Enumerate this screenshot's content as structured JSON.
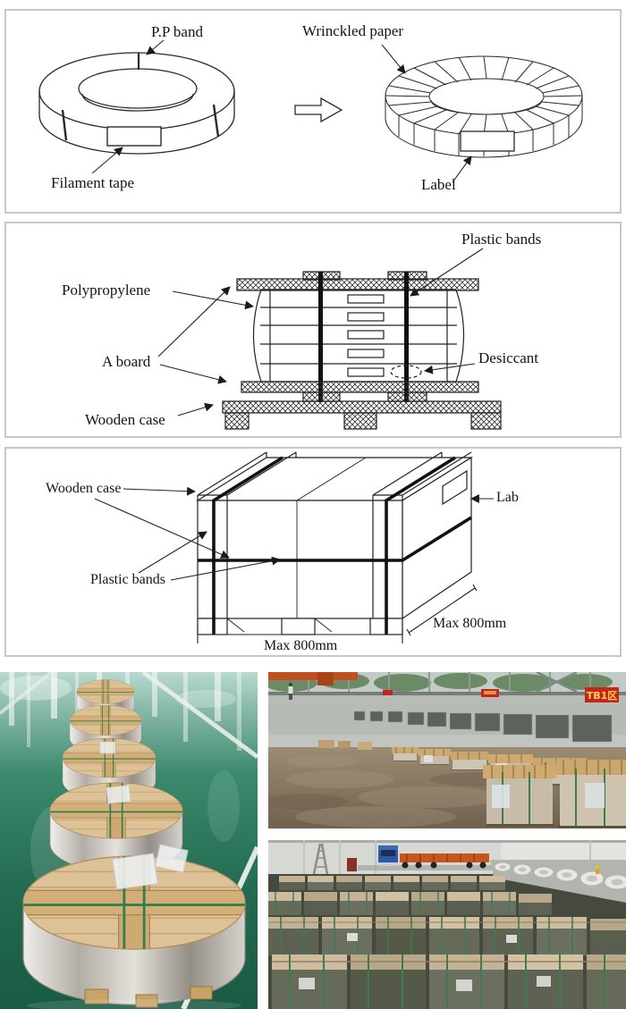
{
  "diagram1": {
    "pp_band": "P.P band",
    "filament_tape": "Filament tape",
    "wrinkled_paper": "Wrinckled paper",
    "label": "Label"
  },
  "diagram2": {
    "plastic_bands": "Plastic bands",
    "polypropylene": "Polypropylene",
    "a_board": "A board",
    "desiccant": "Desiccant",
    "wooden_case": "Wooden case"
  },
  "diagram3": {
    "wooden_case": "Wooden case",
    "plastic_bands": "Plastic bands",
    "label_partial": "Lab",
    "max_width": "Max 800mm",
    "max_depth": "Max 800mm"
  },
  "photos": {
    "warehouse_sign": "TB1区"
  },
  "colors": {
    "panel_border": "#c8c8c8",
    "diagram_ink": "#222222",
    "band_black": "#111111",
    "floor_green": "#1f6b50",
    "wood_tan": "#d8b98c",
    "strap_green": "#2f7d4e",
    "sign_red": "#c2261f",
    "sign_text_yellow": "#ffd24a",
    "truck_blue": "#2b58a8",
    "trailer_orange": "#c4561e"
  }
}
